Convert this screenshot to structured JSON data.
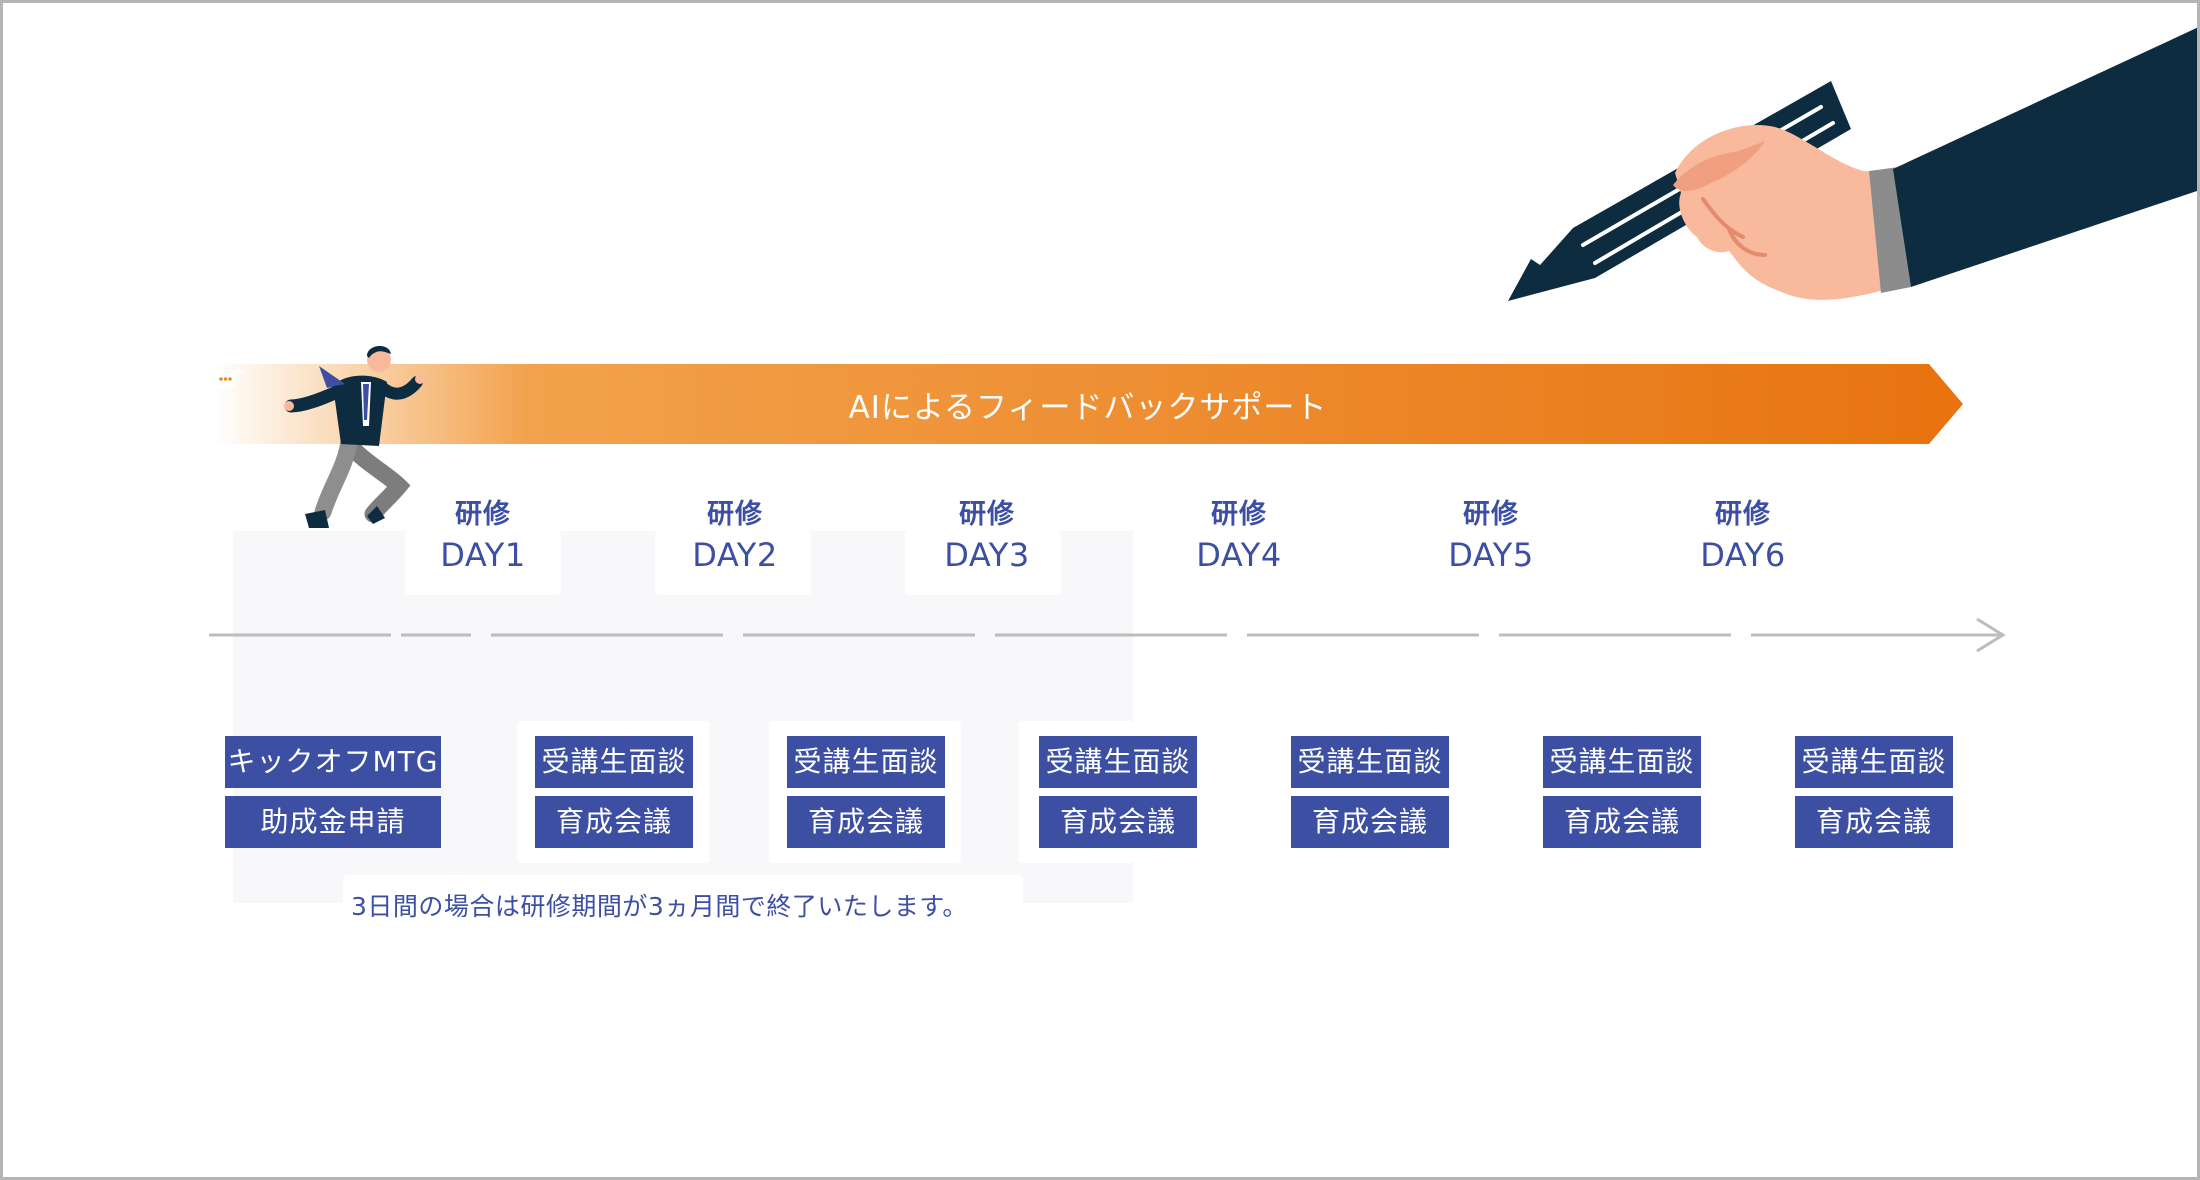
{
  "banner": {
    "text": "AIによるフィードバックサポート",
    "icon": "chat-sparkle-icon",
    "gradient_start": "#ffffff",
    "gradient_mid": "#f2a24c",
    "gradient_end": "#e8730f"
  },
  "colors": {
    "primary_navy": "#3c4fa3",
    "timeline_gray": "#bdbdbd",
    "pen_dark": "#0d2c40",
    "skin": "#f9b99c"
  },
  "days": [
    {
      "prefix": "研修",
      "name": "DAY1"
    },
    {
      "prefix": "研修",
      "name": "DAY2"
    },
    {
      "prefix": "研修",
      "name": "DAY3"
    },
    {
      "prefix": "研修",
      "name": "DAY4"
    },
    {
      "prefix": "研修",
      "name": "DAY5"
    },
    {
      "prefix": "研修",
      "name": "DAY6"
    }
  ],
  "kickoff": {
    "top": "キックオフMTG",
    "bottom": "助成金申請"
  },
  "sessions": [
    {
      "top": "受講生面談",
      "bottom": "育成会議"
    },
    {
      "top": "受講生面談",
      "bottom": "育成会議"
    },
    {
      "top": "受講生面談",
      "bottom": "育成会議"
    },
    {
      "top": "受講生面談",
      "bottom": "育成会議"
    },
    {
      "top": "受講生面談",
      "bottom": "育成会議"
    },
    {
      "top": "受講生面談",
      "bottom": "育成会議"
    }
  ],
  "footnote": "3日間の場合は研修期間が3ヵ月間で終了いたします。",
  "illustrations": {
    "runner": "running-businessman-illustration",
    "hand": "hand-holding-pen-illustration"
  }
}
